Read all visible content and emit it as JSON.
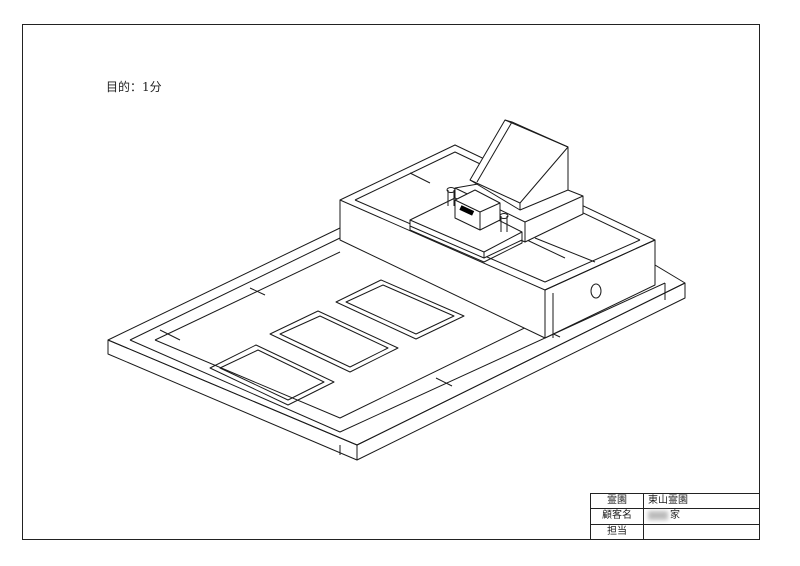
{
  "drawing_note": "目的：1分",
  "title_block": {
    "rows": [
      {
        "label": "霊園",
        "value": "東山霊園"
      },
      {
        "label": "顧客名",
        "value": "家"
      },
      {
        "label": "担当",
        "value": ""
      }
    ]
  }
}
